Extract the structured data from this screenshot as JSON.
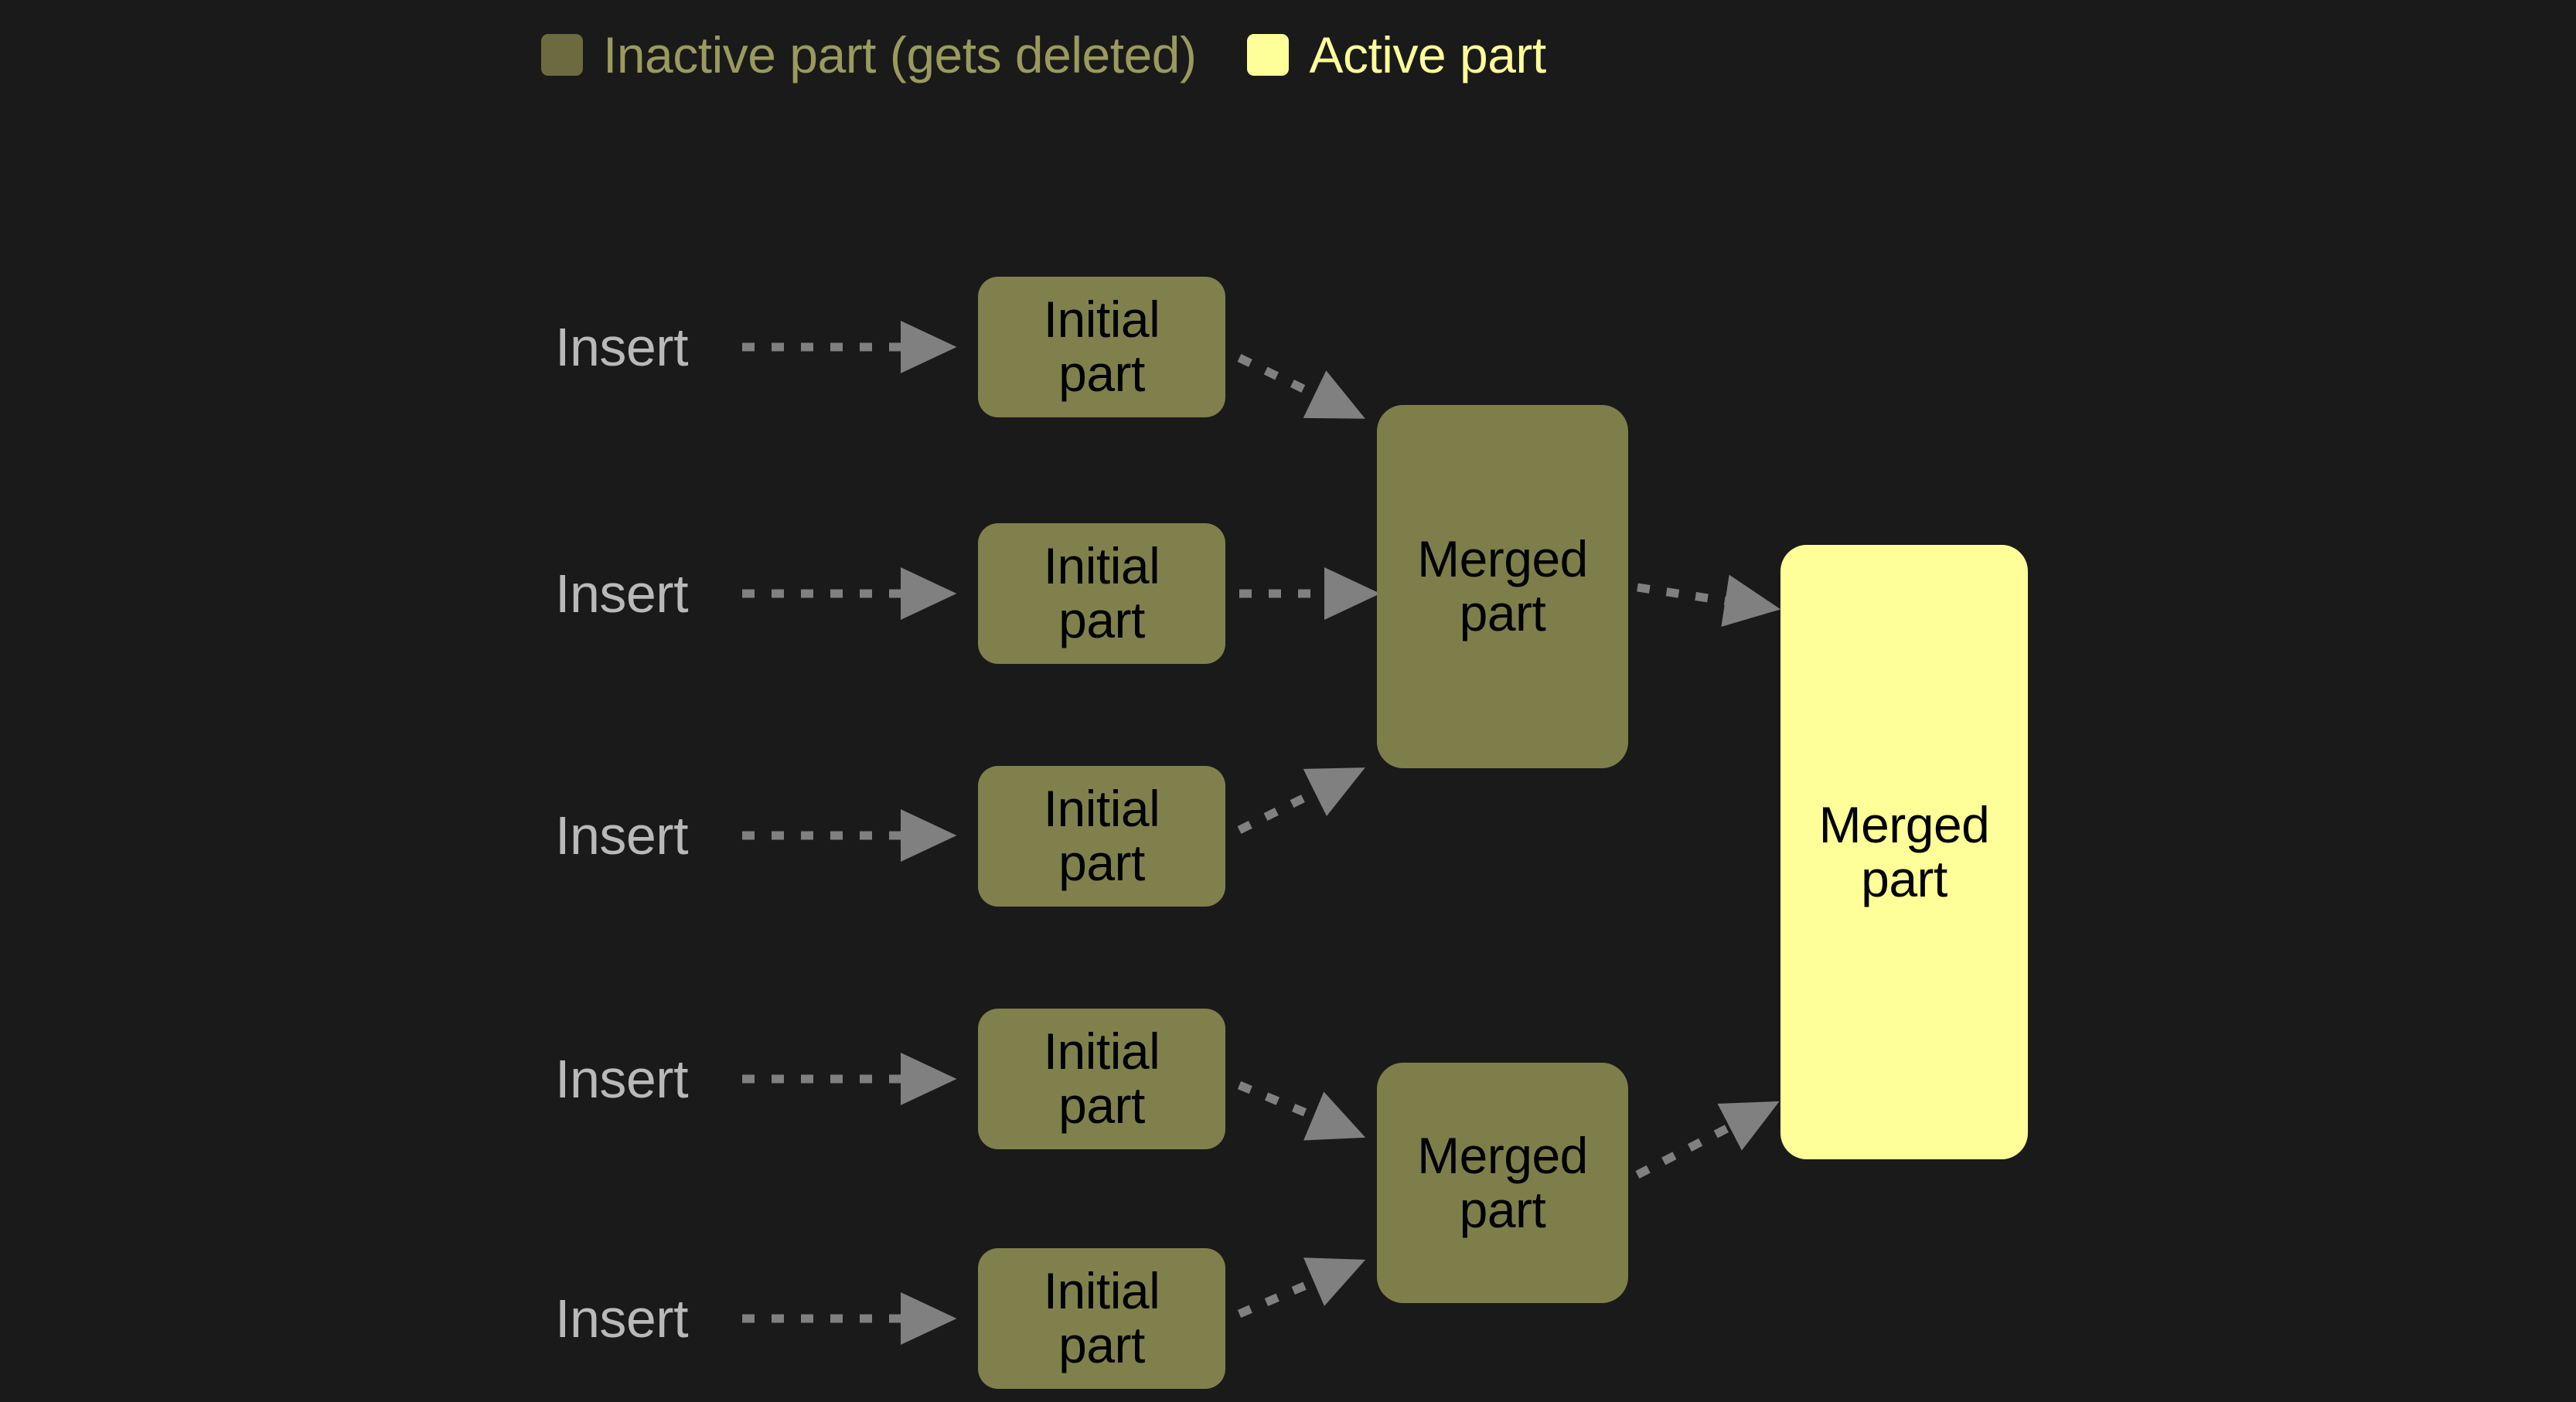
{
  "diagram": {
    "background_color": "#1a1a1a",
    "title": "",
    "legend": {
      "items": [
        {
          "label": "Inactive part (gets deleted)",
          "swatch_color": "#6b6b3f",
          "text_color": "#9a9a5e",
          "state": "inactive"
        },
        {
          "label": "Active part",
          "swatch_color": "#ffff99",
          "text_color": "#ffff99",
          "state": "active"
        }
      ]
    },
    "colors": {
      "inactive_box": "#80804d",
      "active_box": "#ffff99",
      "box_text": "#000000",
      "insert_text": "#b9b9b9",
      "arrow": "#808080"
    },
    "inserts": [
      {
        "label": "Insert"
      },
      {
        "label": "Insert"
      },
      {
        "label": "Insert"
      },
      {
        "label": "Insert"
      },
      {
        "label": "Insert"
      }
    ],
    "initial_parts": [
      {
        "line1": "Initial",
        "line2": "part"
      },
      {
        "line1": "Initial",
        "line2": "part"
      },
      {
        "line1": "Initial",
        "line2": "part"
      },
      {
        "line1": "Initial",
        "line2": "part"
      },
      {
        "line1": "Initial",
        "line2": "part"
      }
    ],
    "merged_parts": [
      {
        "line1": "Merged",
        "line2": "part",
        "state": "inactive"
      },
      {
        "line1": "Merged",
        "line2": "part",
        "state": "inactive"
      }
    ],
    "final_part": {
      "line1": "Merged",
      "line2": "part",
      "state": "active"
    }
  }
}
